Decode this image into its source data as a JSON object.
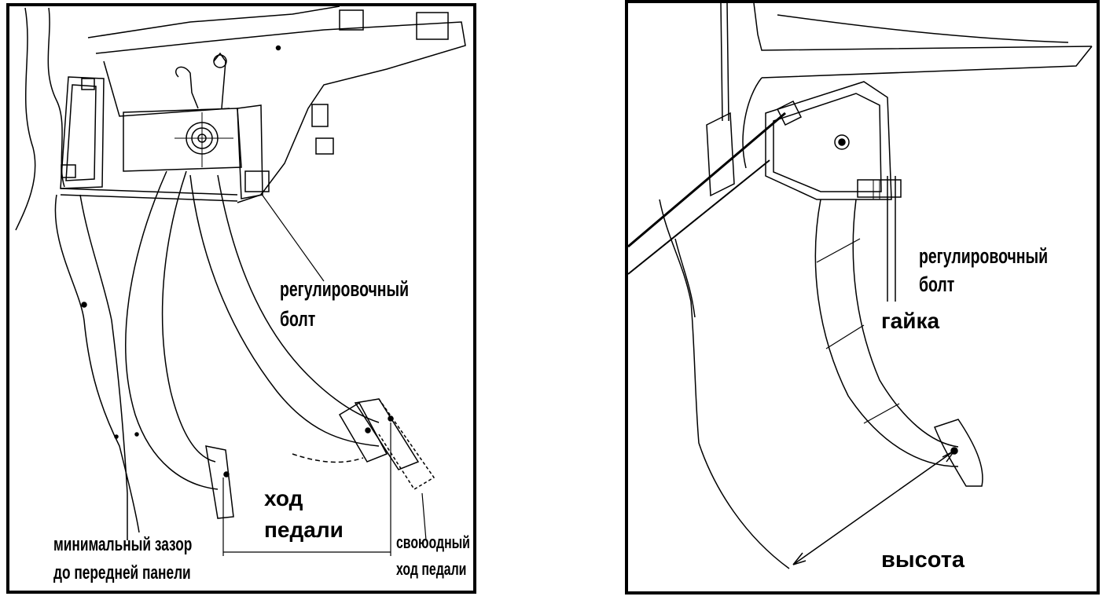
{
  "left_diagram": {
    "adjusting_bolt_line1": "регулировочный",
    "adjusting_bolt_line2": "болт",
    "pedal_travel_line1": "ход",
    "pedal_travel_line2": "педали",
    "free_play_line1": "своюодный",
    "free_play_line2": "ход педали",
    "min_gap_line1": "минимальный зазор",
    "min_gap_line2": "до передней панели"
  },
  "right_diagram": {
    "adjusting_bolt_line1": "регулировочный",
    "adjusting_bolt_line2": "болт",
    "nut_label": "гайка",
    "height_label": "высота"
  }
}
